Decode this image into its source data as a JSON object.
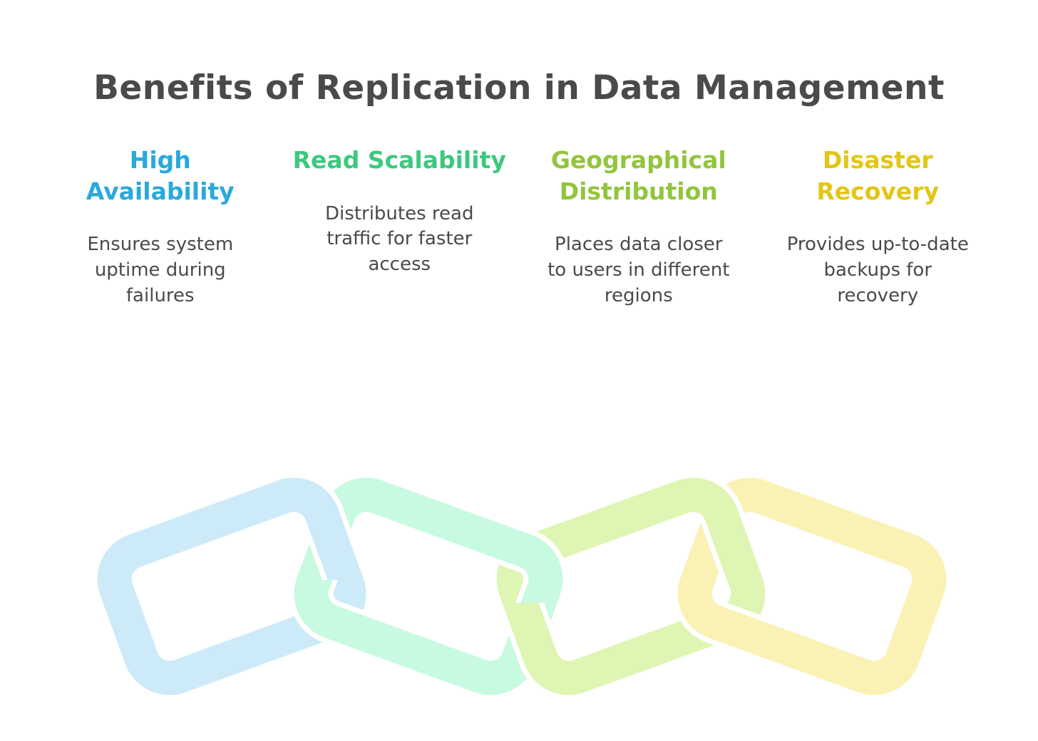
{
  "title": "Benefits of Replication in Data Management",
  "text_color": "#4a4a4a",
  "benefits": [
    {
      "heading": "High Availability",
      "description": "Ensures system uptime during failures",
      "accent_color": "#2aa9dc",
      "link_color": "#cdeaf8"
    },
    {
      "heading": "Read Scalability",
      "description": "Distributes read traffic for faster access",
      "accent_color": "#3ec87f",
      "link_color": "#c7fae0"
    },
    {
      "heading": "Geographical Distribution",
      "description": "Places data closer to users in different regions",
      "accent_color": "#92c53e",
      "link_color": "#dff5b4"
    },
    {
      "heading": "Disaster Recovery",
      "description": "Provides up-to-date backups for recovery",
      "accent_color": "#e3c517",
      "link_color": "#faf1b5"
    }
  ],
  "illustration": {
    "name": "interlocked-chain-links",
    "casing_color": "#ffffff"
  }
}
